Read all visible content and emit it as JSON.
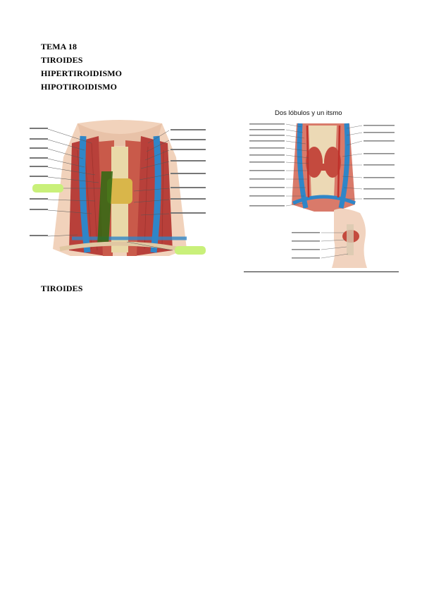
{
  "headings": {
    "line1": "TEMA 18",
    "line2": "TIROIDES",
    "line3": "HIPERTIROIDISMO",
    "line4": "HIPOTIROIDISMO"
  },
  "figure_right": {
    "caption": "Dos lóbulos y un itsmo"
  },
  "section": {
    "title": "TIROIDES"
  },
  "colors": {
    "vein": "#2f86c8",
    "muscle": "#b8403a",
    "highlight": "#c9f07a",
    "gland_marker": "#2f6a12"
  }
}
